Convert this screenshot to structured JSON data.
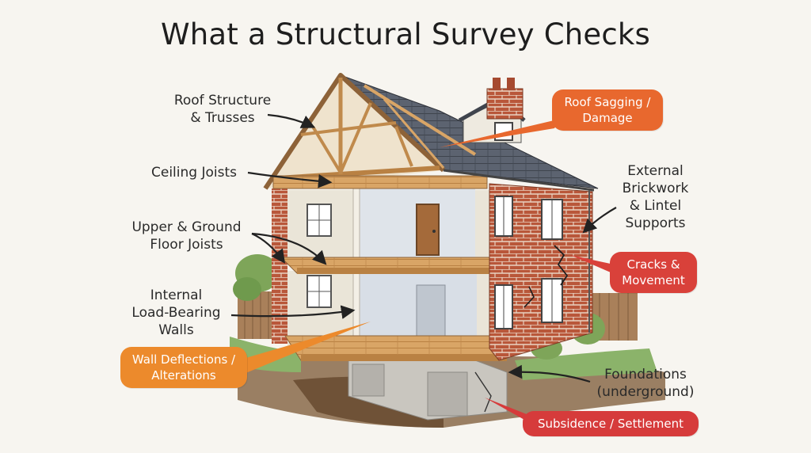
{
  "title": "What a Structural Survey Checks",
  "labels": {
    "roof_structure": "Roof Structure\n& Trusses",
    "ceiling_joists": "Ceiling Joists",
    "floor_joists": "Upper & Ground\nFloor Joists",
    "internal_walls": "Internal\nLoad-Bearing\nWalls",
    "external_brickwork": "External\nBrickwork\n& Lintel\nSupports",
    "foundations": "Foundations\n(underground)"
  },
  "issues": {
    "roof_sagging": "Roof Sagging /\nDamage",
    "cracks": "Cracks &\nMovement",
    "wall_deflections": "Wall Deflections /\nAlterations",
    "subsidence": "Subsidence / Settlement"
  },
  "colors": {
    "roof_sagging": "#e8682e",
    "cracks": "#d9413a",
    "wall_deflections": "#ec8a2c",
    "subsidence": "#d63b3b",
    "brick": "#b9573a",
    "timber": "#d9a566",
    "slate": "#5c6370"
  }
}
